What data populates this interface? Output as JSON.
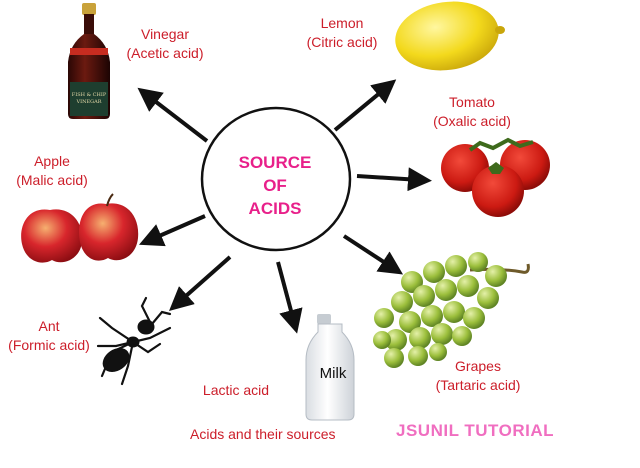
{
  "center": {
    "line1": "SOURCE",
    "line2": "OF",
    "line3": "ACIDS"
  },
  "sources": [
    {
      "name": "Vinegar",
      "acid": "(Acetic acid)",
      "icon": "vinegar-bottle-icon"
    },
    {
      "name": "Lemon",
      "acid": "(Citric acid)",
      "icon": "lemon-icon"
    },
    {
      "name": "Tomato",
      "acid": "(Oxalic acid)",
      "icon": "tomato-icon"
    },
    {
      "name": "Apple",
      "acid": "(Malic acid)",
      "icon": "apple-icon"
    },
    {
      "name": "Ant",
      "acid": "(Formic acid)",
      "icon": "ant-icon"
    },
    {
      "name": "Lactic acid",
      "product": "Milk",
      "icon": "milk-bottle-icon"
    },
    {
      "name": "Grapes",
      "acid": "(Tartaric acid)",
      "icon": "grapes-icon"
    }
  ],
  "caption": "Acids and their sources",
  "watermark": "JSUNIL TUTORIAL",
  "colors": {
    "label": "#cc1e2a",
    "center_text": "#e8208a",
    "watermark": "#f06ec0",
    "arrow": "#111111"
  }
}
